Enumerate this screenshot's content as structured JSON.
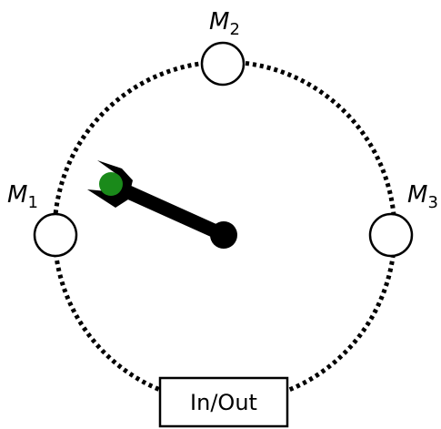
{
  "diagram": {
    "machines": [
      {
        "letter": "M",
        "index": "1"
      },
      {
        "letter": "M",
        "index": "2"
      },
      {
        "letter": "M",
        "index": "3"
      }
    ],
    "io_station": {
      "label": "In/Out"
    },
    "colors": {
      "track": "#000000",
      "arm": "#000000",
      "part": "#1a8a1a",
      "background": "#ffffff"
    },
    "icons": {
      "robot_arm": "robot-arm-icon",
      "gripper": "gripper-icon",
      "part": "part-icon"
    }
  }
}
